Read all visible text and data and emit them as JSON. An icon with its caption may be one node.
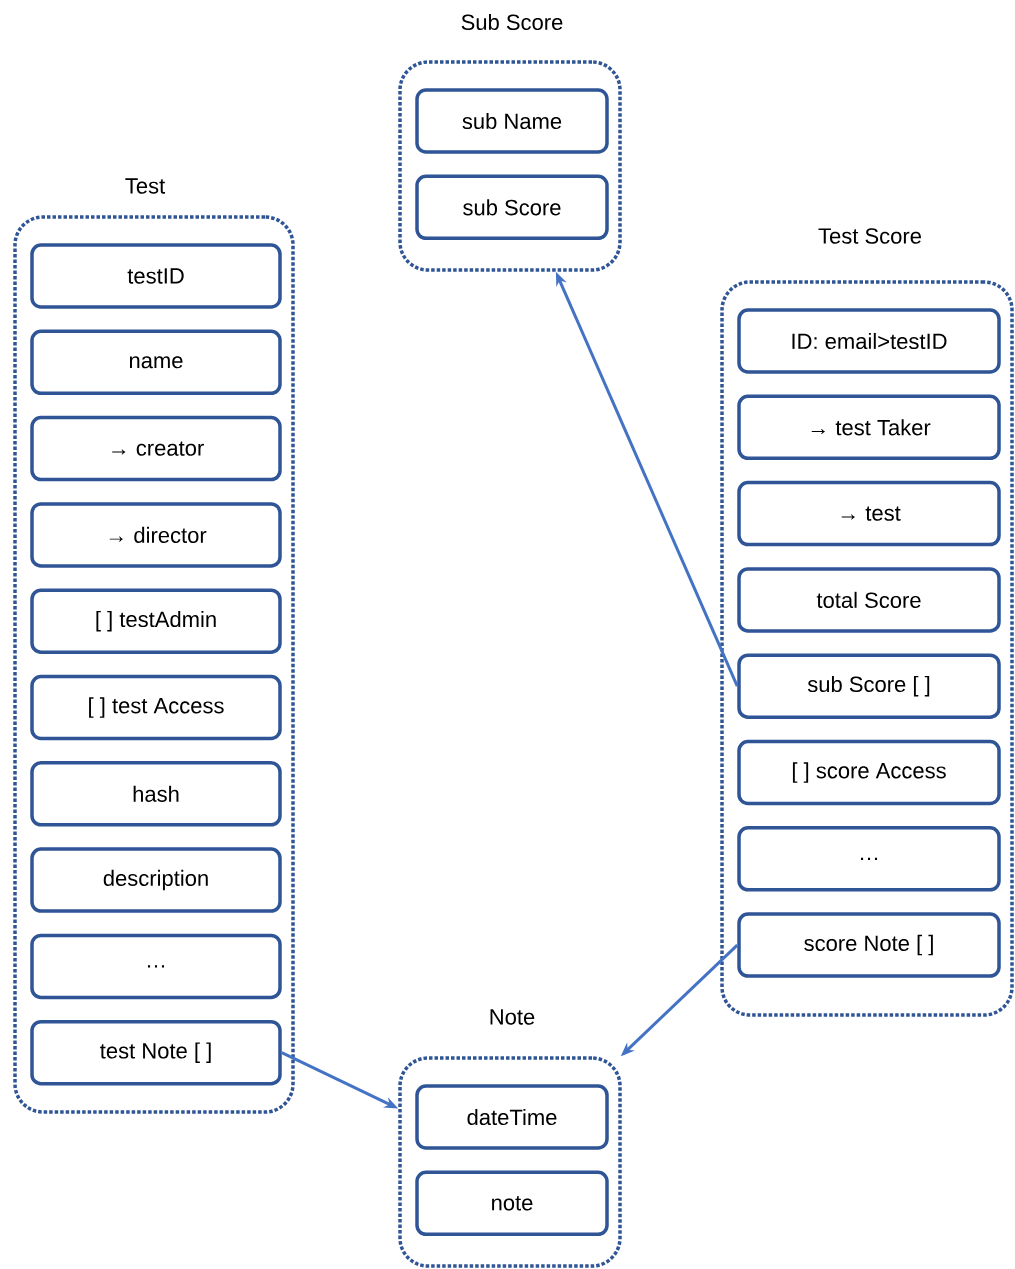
{
  "diagram": {
    "nodes": [
      {
        "text": [
          "Test"
        ]
      },
      {
        "text": [
          "testID"
        ],
        "in": 0
      },
      {
        "text": [
          "name"
        ],
        "in": 0
      },
      {
        "text": [
          "→ creator"
        ],
        "in": 0
      },
      {
        "text": [
          "→ director"
        ],
        "in": 0
      },
      {
        "text": [
          "[ ] testAdmin"
        ],
        "in": 0
      },
      {
        "text": [
          "[ ] test Access"
        ],
        "in": 0
      },
      {
        "text": [
          "hash"
        ],
        "in": 0
      },
      {
        "text": [
          "description"
        ],
        "in": 0
      },
      {
        "text": [
          "…"
        ],
        "in": 0
      },
      {
        "text": [
          "test Note [ ]"
        ],
        "in": 0
      },
      {
        "text": [
          "Sub Score"
        ]
      },
      {
        "text": [
          "sub Name"
        ],
        "in": 11
      },
      {
        "text": [
          "sub Score"
        ],
        "in": 11
      },
      {
        "text": [
          "Test Score"
        ]
      },
      {
        "text": [
          "ID: email>testID"
        ],
        "in": 14
      },
      {
        "text": [
          "→ test Taker"
        ],
        "in": 14
      },
      {
        "text": [
          "→ test"
        ],
        "in": 14
      },
      {
        "text": [
          "total Score"
        ],
        "in": 14
      },
      {
        "text": [
          "sub Score [ ]"
        ],
        "in": 14
      },
      {
        "text": [
          "[ ] score Access"
        ],
        "in": 14
      },
      {
        "text": [
          "…"
        ],
        "in": 14
      },
      {
        "text": [
          "score Note [ ]"
        ],
        "in": 14
      },
      {
        "text": [
          "Note"
        ]
      },
      {
        "text": [
          "dateTime"
        ],
        "in": 23
      },
      {
        "text": [
          "note"
        ],
        "in": 23
      }
    ],
    "edges": [
      {
        "from": 10,
        "to": 23,
        "arrow": "to"
      },
      {
        "from": 22,
        "to": 23,
        "arrow": "to"
      },
      {
        "from": 19,
        "to": 11,
        "arrow": "to"
      }
    ]
  }
}
